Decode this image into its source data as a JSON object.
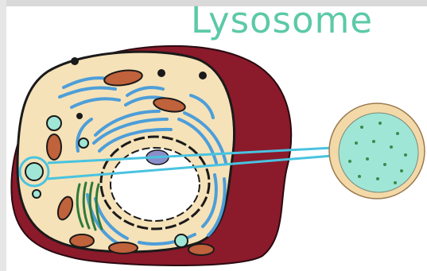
{
  "title": "Lysosome",
  "colors": {
    "title": "#5cc9a7",
    "cytoplasm": "#f6e2b8",
    "cell_wall": "#8b1a2b",
    "er": "#4d9ed9",
    "mitochondria": "#c0623b",
    "lysosome_fill": "#9fe6d6",
    "highlight": "#49c3e0",
    "golgi": "#2e7a3a",
    "nucleus": "#ffffff"
  },
  "icons": [
    "animal-cell-illustration",
    "lysosome-zoom-view"
  ]
}
